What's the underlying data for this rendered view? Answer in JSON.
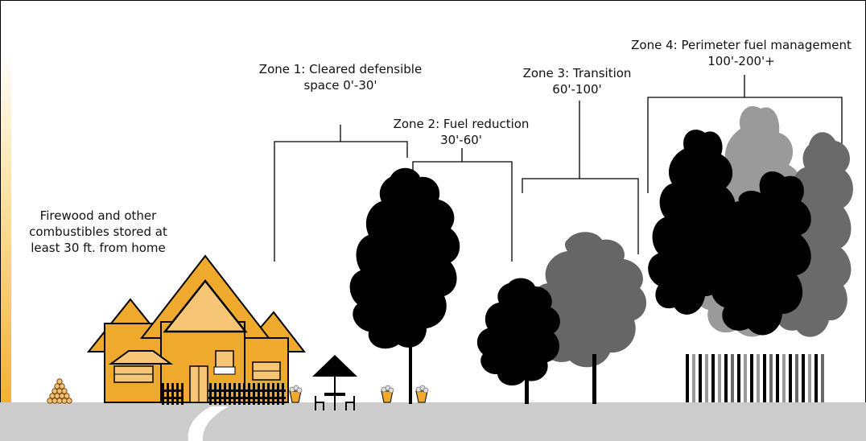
{
  "labels": {
    "firewood": [
      "Firewood and other",
      "combustibles stored at",
      "least 30 ft. from home"
    ],
    "zone1": [
      "Zone 1: Cleared defensible",
      "space 0'-30'"
    ],
    "zone2": [
      "Zone 2: Fuel reduction",
      "30'-60'"
    ],
    "zone3": [
      "Zone 3: Transition",
      "60'-100'"
    ],
    "zone4": [
      "Zone 4: Perimeter fuel management",
      "100'-200'+"
    ]
  },
  "colors": {
    "house": "#efaa2e",
    "house_light": "#f6c676",
    "tree_dark": "#000000",
    "tree_mid": "#666666",
    "tree_light": "#9a9a9a",
    "ground": "#cccccc"
  }
}
